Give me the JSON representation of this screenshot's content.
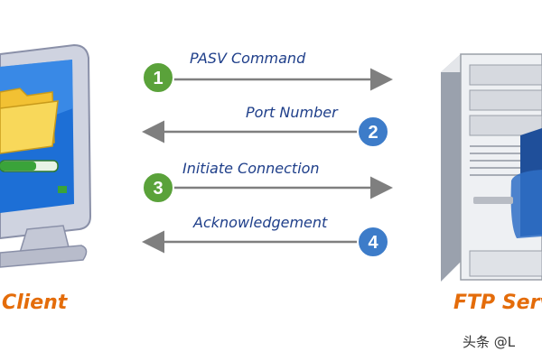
{
  "client_label": "Client",
  "server_label": "FTP Serv",
  "watermark": "头条 @L",
  "steps": [
    {
      "number": "1",
      "label": "PASV Command",
      "direction": "right",
      "color": "#5aa23a"
    },
    {
      "number": "2",
      "label": "Port Number",
      "direction": "left",
      "color": "#3d7cc9"
    },
    {
      "number": "3",
      "label": "Initiate Connection",
      "direction": "right",
      "color": "#5aa23a"
    },
    {
      "number": "4",
      "label": "Acknowledgement",
      "direction": "left",
      "color": "#3d7cc9"
    }
  ],
  "colors": {
    "arrow": "#7f7f7f",
    "label_text": "#1f3f8a",
    "side_label": "#e46c0a"
  }
}
